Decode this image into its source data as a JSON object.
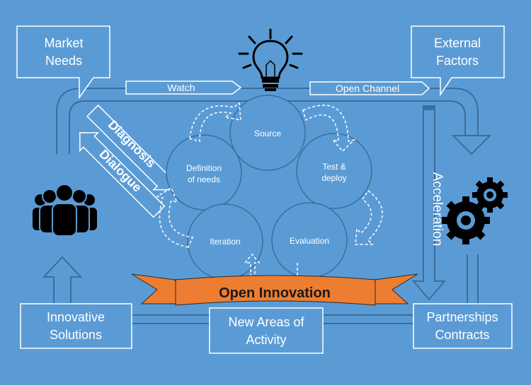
{
  "corners": {
    "market_needs": [
      "Market",
      "Needs"
    ],
    "external_factors": [
      "External",
      "Factors"
    ],
    "innovative_solutions": [
      "Innovative",
      "Solutions"
    ],
    "partnerships_contracts": [
      "Partnerships",
      "Contracts"
    ],
    "new_areas": [
      "New Areas of",
      "Activity"
    ]
  },
  "arrows": {
    "watch": "Watch",
    "open_channel": "Open Channel",
    "acceleration": "Acceleration",
    "diagnosis": "Diagnosis",
    "dialogue": "Dialogue"
  },
  "cycle": {
    "source": "Source",
    "test_deploy": [
      "Test &",
      "deploy"
    ],
    "definition": [
      "Definition",
      "of needs"
    ],
    "iteration": "Iteration",
    "evaluation": "Evaluation"
  },
  "banner": "Open Innovation",
  "icons": [
    "lightbulb-icon",
    "people-icon",
    "gears-icon"
  ],
  "colors": {
    "background": "#5b9bd5",
    "banner": "#ed7d31",
    "outline": "#2e5f8a",
    "icon": "#000000"
  }
}
